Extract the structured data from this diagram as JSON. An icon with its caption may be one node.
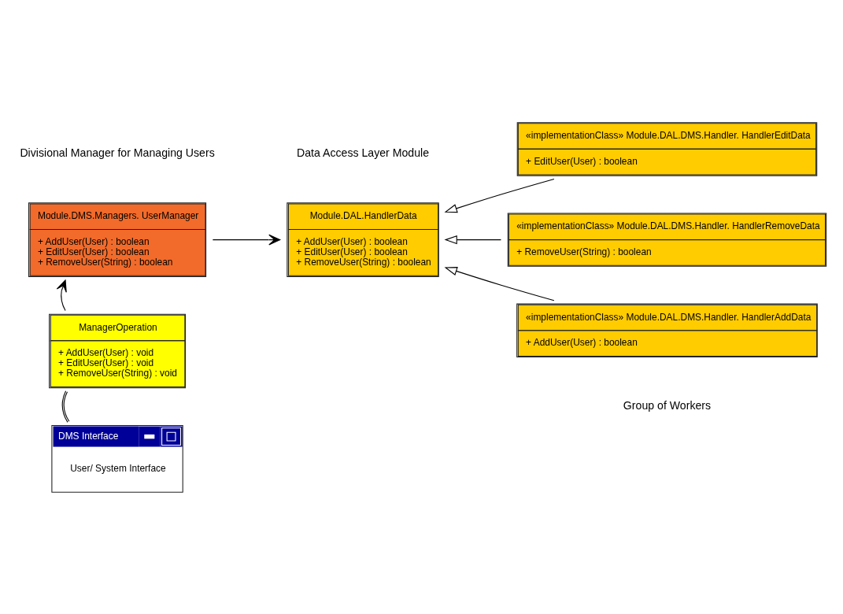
{
  "diagram": {
    "nodes": [
      {
        "text": [
          "Module.DMS.Managers. UserManager",
          "+ AddUser(User) : boolean",
          "+ EditUser(User) : boolean",
          "+ RemoveUser(String) : boolean"
        ]
      },
      {
        "text": [
          "Module.DAL.HandlerData",
          "+ AddUser(User) : boolean",
          "+ EditUser(User) : boolean",
          "+ RemoveUser(String) : boolean"
        ]
      },
      {
        "text": [
          "«implementationClass» Module.DAL.DMS.Handler. HandlerEditData",
          "+ EditUser(User) : boolean"
        ]
      },
      {
        "text": [
          "«implementationClass» Module.DAL.DMS.Handler. HandlerRemoveData",
          "+ RemoveUser(String) : boolean"
        ]
      },
      {
        "text": [
          "ManagerOperation",
          "+ AddUser(User) : void",
          "+ EditUser(User) : void",
          "+ RemoveUser(String) : void"
        ]
      },
      {
        "text": [
          "«implementationClass» Module.DAL.DMS.Handler. HandlerAddData",
          "+ AddUser(User) : boolean"
        ]
      },
      {
        "text": [
          "DMS Interface",
          "User/ System Interface"
        ]
      }
    ],
    "edges": [
      {
        "from": 0,
        "to": 1,
        "arrow": "to"
      },
      {
        "from": 2,
        "to": 1,
        "arrow": "to"
      },
      {
        "from": 3,
        "to": 1,
        "arrow": "to"
      },
      {
        "from": 4,
        "to": 0,
        "arrow": "to"
      },
      {
        "from": 5,
        "to": 1,
        "arrow": "to"
      },
      {
        "from": 6,
        "to": 4,
        "arrow": "none"
      }
    ],
    "labels": [
      "Divisional Manager for Managing Users",
      "Data Access Layer Module",
      "Group of Workers"
    ]
  }
}
